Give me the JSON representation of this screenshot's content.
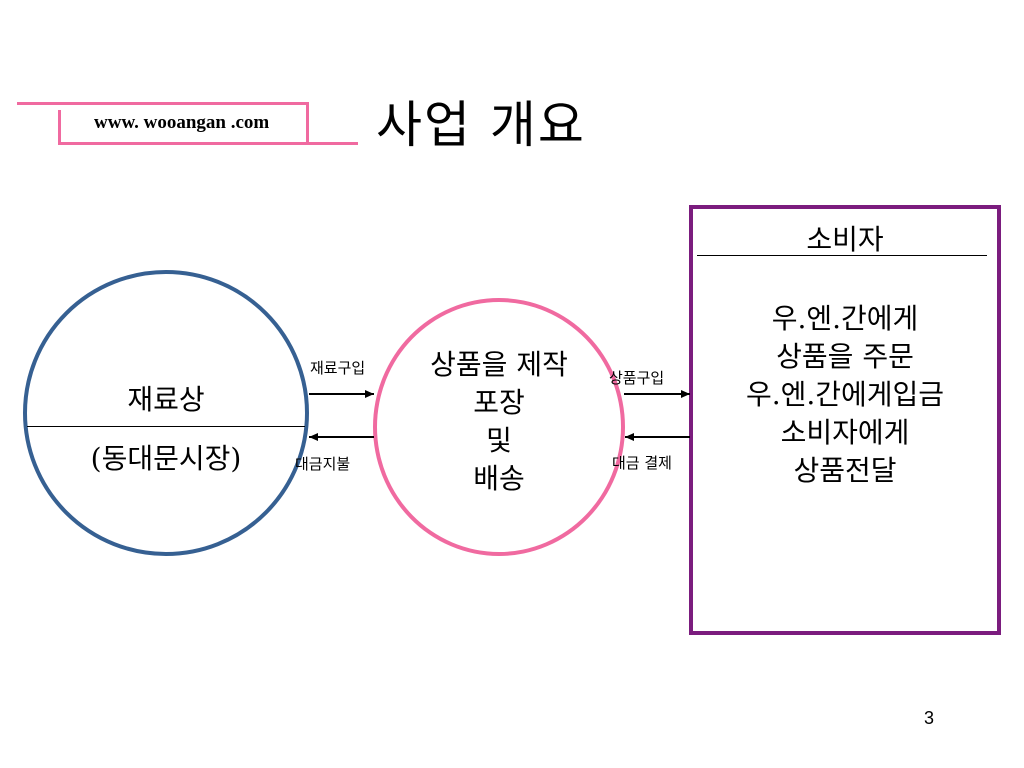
{
  "header": {
    "url": "www. wooangan .com",
    "title": "사업 개요"
  },
  "supplier": {
    "name": "재료상",
    "market": "(동대문시장)"
  },
  "producer": {
    "lines": [
      "상품을 제작",
      "포장",
      "및",
      "배송"
    ]
  },
  "consumer": {
    "title": "소비자",
    "lines": [
      "우.엔.간에게",
      "상품을 주문",
      "우.엔.간에게입금",
      "소비자에게",
      "상품전달"
    ]
  },
  "flows": {
    "material_purchase": "재료구입",
    "material_payment": "대금지불",
    "product_purchase": "상품구입",
    "product_payment": "대금 결제"
  },
  "page_number": "3",
  "colors": {
    "accent_pink": "#f06aa0",
    "supplier_blue": "#366092",
    "consumer_purple": "#7b1c7e"
  }
}
